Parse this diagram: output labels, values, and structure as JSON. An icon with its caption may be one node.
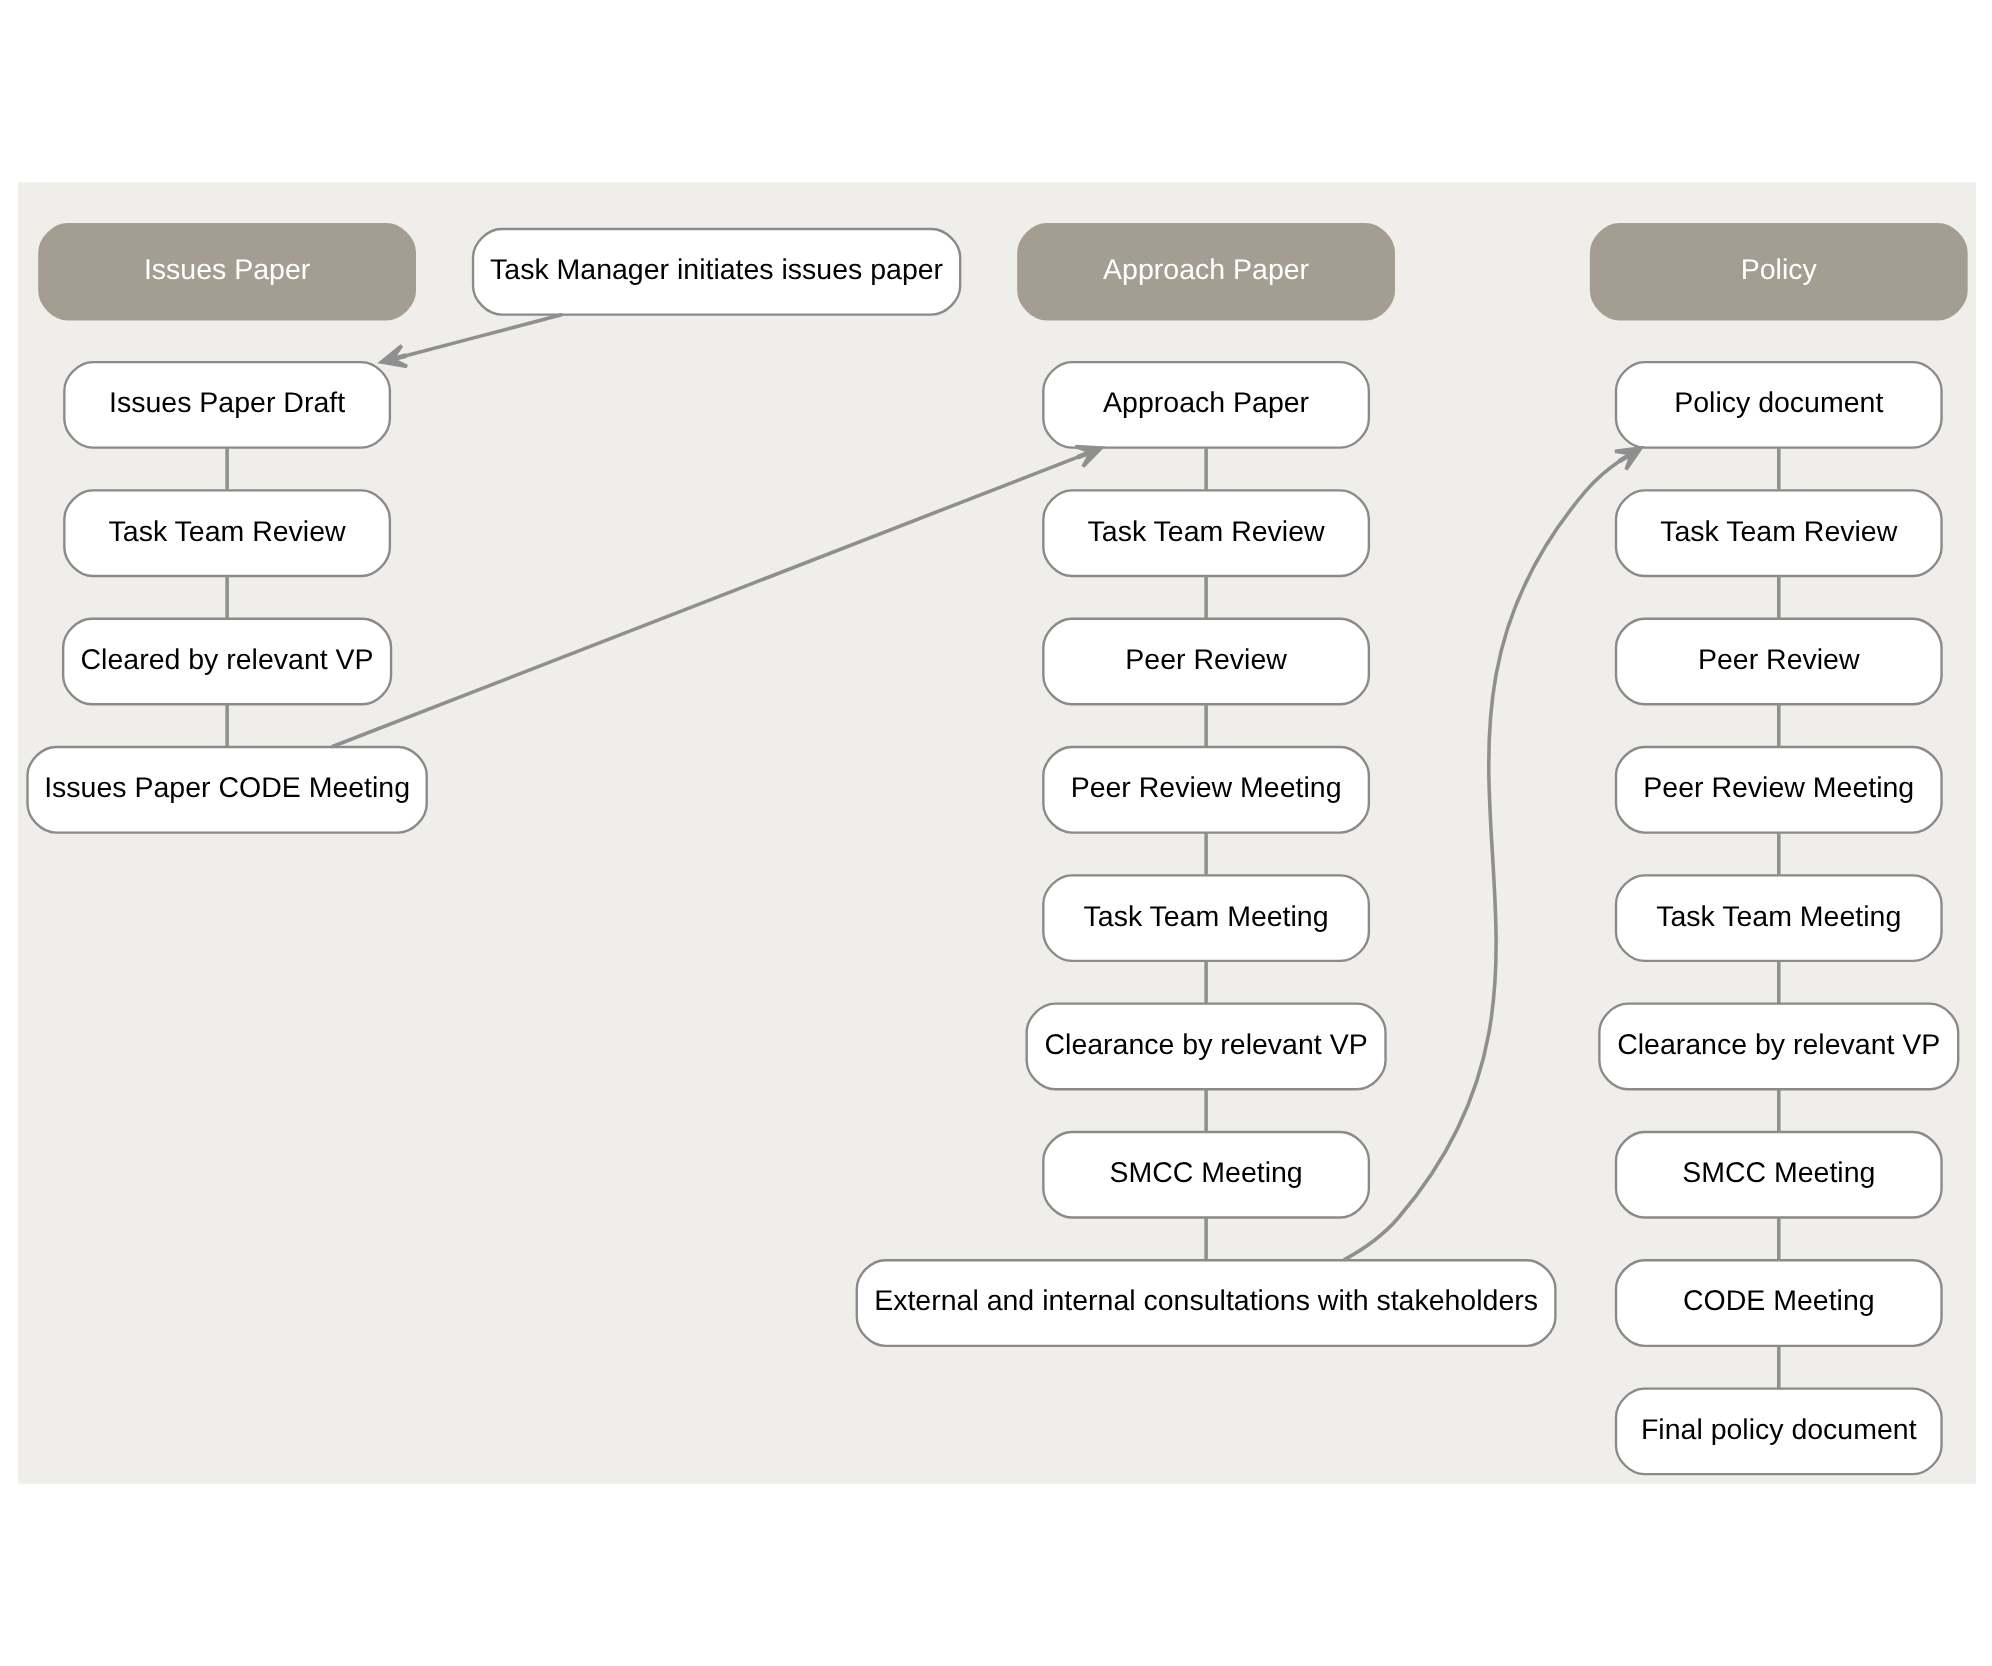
{
  "diagram": {
    "nodes": [
      {
        "text": [
          "Issues Paper"
        ]
      },
      {
        "text": [
          "Approach Paper"
        ]
      },
      {
        "text": [
          "Policy"
        ]
      },
      {
        "text": [
          "Task Manager initiates issues paper"
        ]
      },
      {
        "text": [
          "Issues Paper Draft"
        ]
      },
      {
        "text": [
          "Task Team Review"
        ]
      },
      {
        "text": [
          "Cleared by relevant VP"
        ]
      },
      {
        "text": [
          "Issues Paper CODE Meeting"
        ]
      },
      {
        "text": [
          "Approach Paper"
        ]
      },
      {
        "text": [
          "Task Team Review"
        ]
      },
      {
        "text": [
          "Peer Review"
        ]
      },
      {
        "text": [
          "Peer Review Meeting"
        ]
      },
      {
        "text": [
          "Task Team Meeting"
        ]
      },
      {
        "text": [
          "Clearance by relevant VP"
        ]
      },
      {
        "text": [
          "SMCC Meeting"
        ]
      },
      {
        "text": [
          "External and internal consultations with stakeholders"
        ]
      },
      {
        "text": [
          "Policy document"
        ]
      },
      {
        "text": [
          "Task Team Review"
        ]
      },
      {
        "text": [
          "Peer Review"
        ]
      },
      {
        "text": [
          "Peer Review Meeting"
        ]
      },
      {
        "text": [
          "Task Team Meeting"
        ]
      },
      {
        "text": [
          "Clearance by relevant VP"
        ]
      },
      {
        "text": [
          "SMCC Meeting"
        ]
      },
      {
        "text": [
          "CODE Meeting"
        ]
      },
      {
        "text": [
          "Final policy document"
        ]
      }
    ],
    "edges": [
      {
        "from": 3,
        "to": 4,
        "arrow": "to"
      },
      {
        "from": 4,
        "to": 5,
        "arrow": "none"
      },
      {
        "from": 5,
        "to": 6,
        "arrow": "none"
      },
      {
        "from": 6,
        "to": 7,
        "arrow": "none"
      },
      {
        "from": 7,
        "to": 8,
        "arrow": "to"
      },
      {
        "from": 8,
        "to": 9,
        "arrow": "none"
      },
      {
        "from": 9,
        "to": 10,
        "arrow": "none"
      },
      {
        "from": 10,
        "to": 11,
        "arrow": "none"
      },
      {
        "from": 11,
        "to": 12,
        "arrow": "none"
      },
      {
        "from": 12,
        "to": 13,
        "arrow": "none"
      },
      {
        "from": 13,
        "to": 14,
        "arrow": "none"
      },
      {
        "from": 14,
        "to": 15,
        "arrow": "none"
      },
      {
        "from": 15,
        "to": 16,
        "arrow": "to"
      },
      {
        "from": 16,
        "to": 17,
        "arrow": "none"
      },
      {
        "from": 17,
        "to": 18,
        "arrow": "none"
      },
      {
        "from": 18,
        "to": 19,
        "arrow": "none"
      },
      {
        "from": 19,
        "to": 20,
        "arrow": "none"
      },
      {
        "from": 20,
        "to": 21,
        "arrow": "none"
      },
      {
        "from": 21,
        "to": 22,
        "arrow": "none"
      },
      {
        "from": 22,
        "to": 23,
        "arrow": "none"
      },
      {
        "from": 23,
        "to": 24,
        "arrow": "none"
      }
    ]
  }
}
